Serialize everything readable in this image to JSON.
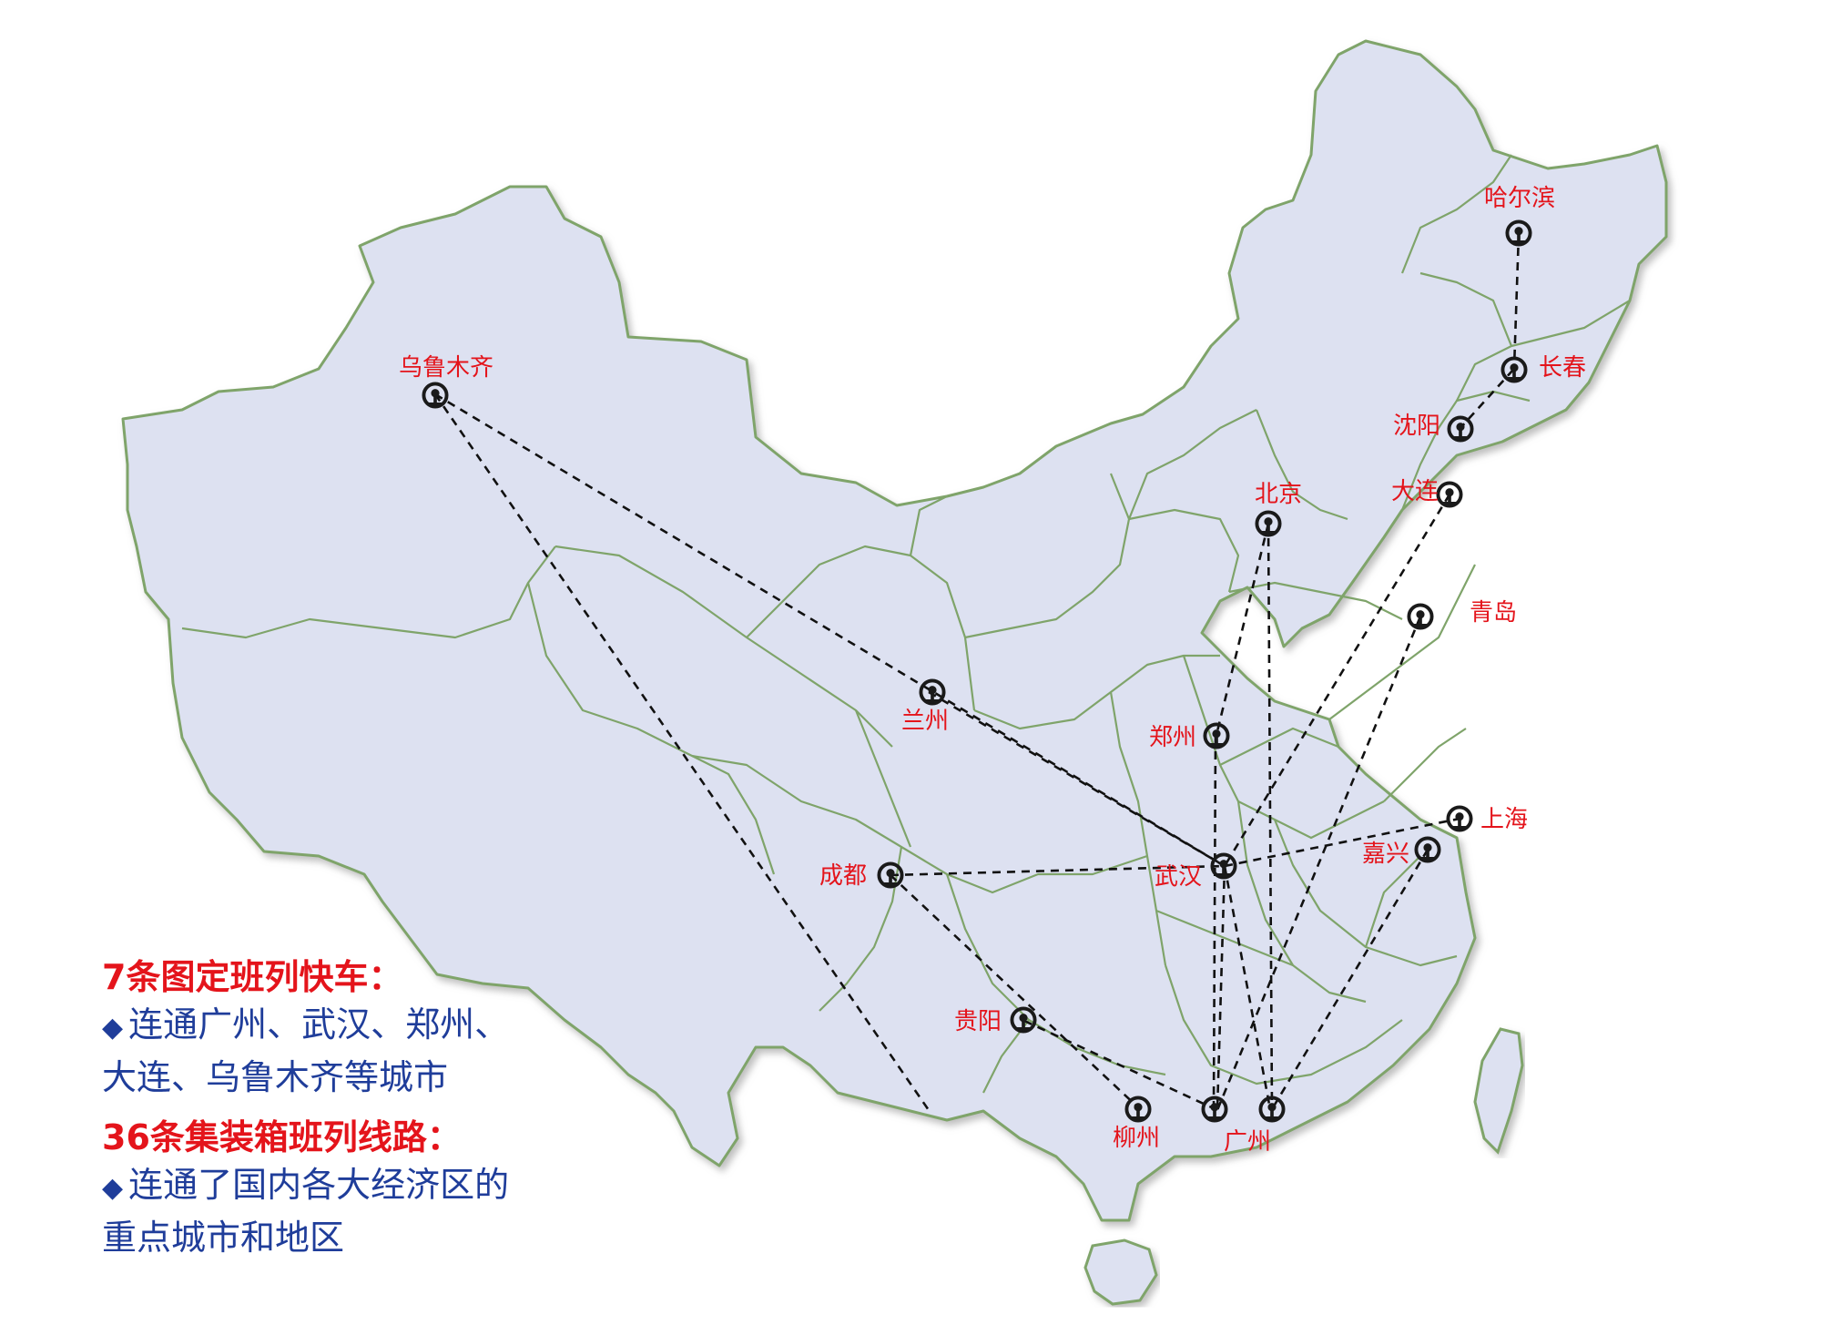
{
  "colors": {
    "land": "#dde1f1",
    "border": "#7fa46a",
    "label": "#e4141b",
    "legend_heading": "#e4141b",
    "legend_body": "#1f3d9a"
  },
  "cities": {
    "urumqi": "乌鲁木齐",
    "lanzhou": "兰州",
    "chengdu": "成都",
    "guiyang": "贵阳",
    "liuzhou": "柳州",
    "guangzhou": "广州",
    "wuhan": "武汉",
    "zhengzhou": "郑州",
    "beijing": "北京",
    "dalian": "大连",
    "shenyang": "沈阳",
    "changchun": "长春",
    "harbin": "哈尔滨",
    "qingdao": "青岛",
    "shanghai": "上海",
    "jiaxing": "嘉兴"
  },
  "station_icon": "railway-station-icon",
  "legend": {
    "heading_express": "7条图定班列快车：",
    "express_line1": "连通广州、武汉、郑州、",
    "express_line2": "大连、乌鲁木齐等城市",
    "heading_container": "36条集装箱班列线路：",
    "container_line1": "连通了国内各大经济区的",
    "container_line2": "重点城市和地区",
    "bullet_symbol": "◆"
  }
}
